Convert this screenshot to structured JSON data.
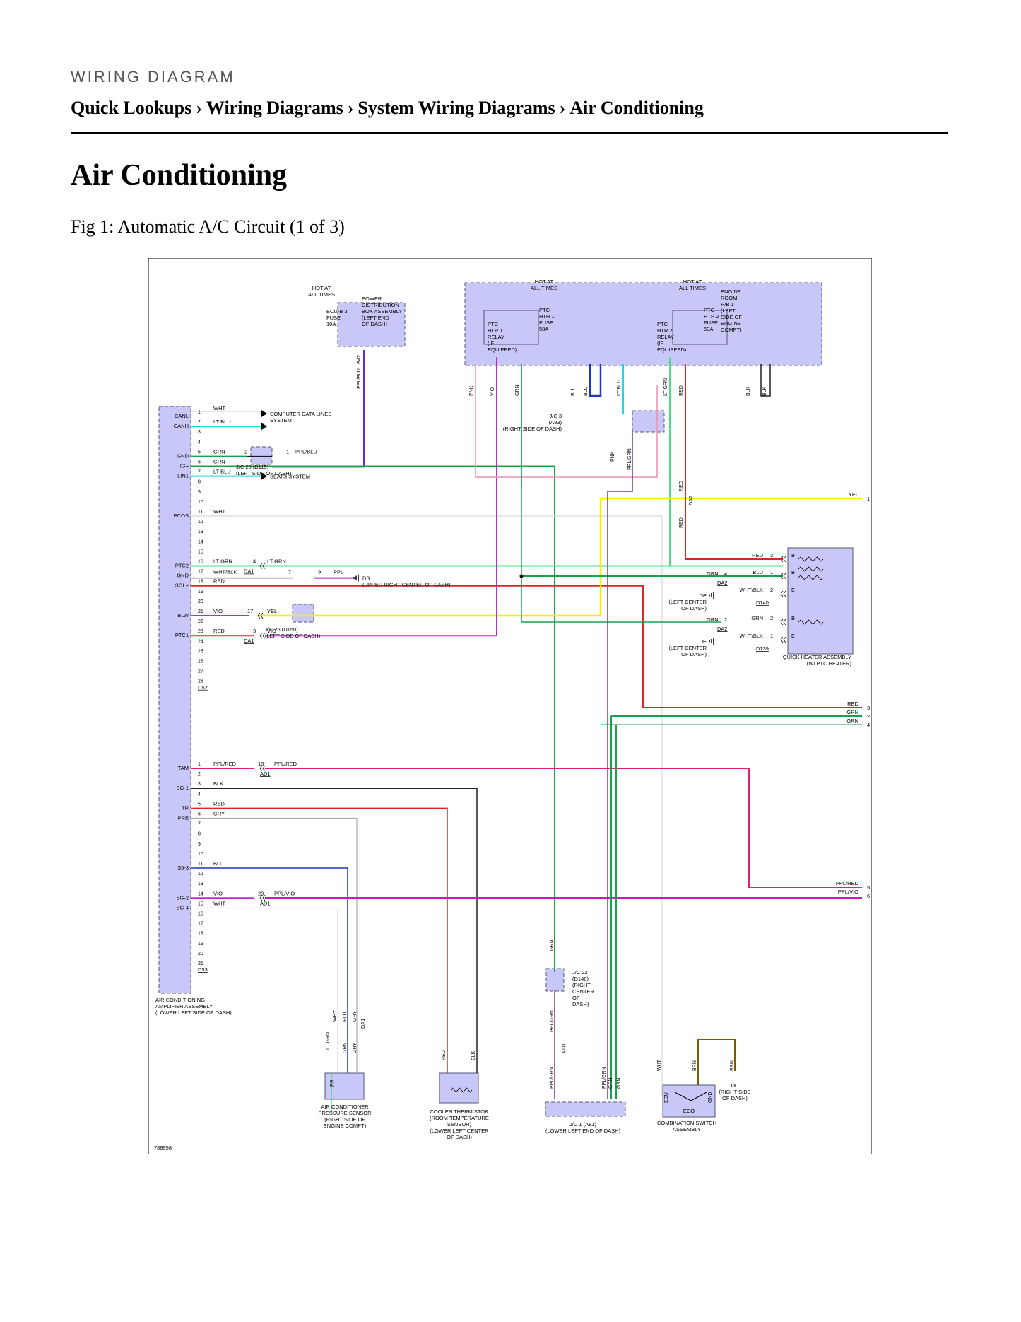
{
  "header": {
    "kicker": "WIRING DIAGRAM",
    "breadcrumb": [
      "Quick Lookups",
      "Wiring Diagrams",
      "System Wiring Diagrams",
      "Air Conditioning"
    ],
    "separator": "›"
  },
  "page_title": "Air Conditioning",
  "figure_caption": "Fig 1: Automatic A/C Circuit (1 of 3)",
  "diagram": {
    "figure_id": "788958",
    "colors": {
      "WHT": "#d8d8d8",
      "LT BLU": "#22d3ee",
      "GRN": "#16a34a",
      "LT GRN": "#4ade80",
      "PPL/BLU": "#6d28d9",
      "WHT/BLK": "#777777",
      "PPL": "#c026d3",
      "RED": "#dc2626",
      "VIO": "#c026d3",
      "YEL": "#f5f000",
      "PPL/RED": "#e11d74",
      "BLK": "#222222",
      "GRY": "#aaaaaa",
      "BLU": "#1d35c9",
      "PPL/VIO": "#d014c8",
      "PNK": "#ee8fb0",
      "PPL/GRN": "#7a3b6e",
      "BRN": "#7a5a00",
      "box_fill": "#c8c8f8",
      "box_stroke": "#555577"
    },
    "amplifier": {
      "label": [
        "AIR CONDITIONING",
        "AMPLIFIER ASSEMBLY",
        "(LOWER LEFT SIDE OF DASH)"
      ],
      "connector_1": "D52",
      "connector_2": "D53",
      "pins_1": [
        {
          "num": "1",
          "name": "CANL",
          "wire": "WHT"
        },
        {
          "num": "2",
          "name": "CANH",
          "wire": "LT BLU"
        },
        {
          "num": "3",
          "name": "",
          "wire": ""
        },
        {
          "num": "4",
          "name": "",
          "wire": ""
        },
        {
          "num": "5",
          "name": "GND",
          "wire": "GRN"
        },
        {
          "num": "6",
          "name": "IG+",
          "wire": "GRN"
        },
        {
          "num": "7",
          "name": "LIN1",
          "wire": "LT BLU"
        },
        {
          "num": "8",
          "name": "",
          "wire": ""
        },
        {
          "num": "9",
          "name": "",
          "wire": ""
        },
        {
          "num": "10",
          "name": "",
          "wire": ""
        },
        {
          "num": "11",
          "name": "ECOS",
          "wire": "WHT"
        },
        {
          "num": "12",
          "name": "",
          "wire": ""
        },
        {
          "num": "13",
          "name": "",
          "wire": ""
        },
        {
          "num": "14",
          "name": "",
          "wire": ""
        },
        {
          "num": "15",
          "name": "",
          "wire": ""
        },
        {
          "num": "16",
          "name": "PTC2",
          "wire": "LT GRN"
        },
        {
          "num": "17",
          "name": "GND",
          "wire": "WHT/BLK"
        },
        {
          "num": "18",
          "name": "SOL+",
          "wire": "RED"
        },
        {
          "num": "19",
          "name": "",
          "wire": ""
        },
        {
          "num": "20",
          "name": "",
          "wire": ""
        },
        {
          "num": "21",
          "name": "BLW",
          "wire": "VIO"
        },
        {
          "num": "22",
          "name": "",
          "wire": ""
        },
        {
          "num": "23",
          "name": "PTC1",
          "wire": "RED"
        },
        {
          "num": "24",
          "name": "",
          "wire": ""
        },
        {
          "num": "25",
          "name": "",
          "wire": ""
        },
        {
          "num": "26",
          "name": "",
          "wire": ""
        },
        {
          "num": "27",
          "name": "",
          "wire": ""
        },
        {
          "num": "28",
          "name": "",
          "wire": ""
        }
      ],
      "pins_2": [
        {
          "num": "1",
          "name": "TAM",
          "wire": "PPL/RED"
        },
        {
          "num": "2",
          "name": "",
          "wire": ""
        },
        {
          "num": "3",
          "name": "SG-1",
          "wire": "BLK"
        },
        {
          "num": "4",
          "name": "",
          "wire": ""
        },
        {
          "num": "5",
          "name": "TR",
          "wire": "RED"
        },
        {
          "num": "6",
          "name": "PRE",
          "wire": "GRY"
        },
        {
          "num": "7",
          "name": "",
          "wire": ""
        },
        {
          "num": "8",
          "name": "",
          "wire": ""
        },
        {
          "num": "9",
          "name": "",
          "wire": ""
        },
        {
          "num": "10",
          "name": "",
          "wire": ""
        },
        {
          "num": "11",
          "name": "S5-3",
          "wire": "BLU"
        },
        {
          "num": "12",
          "name": "",
          "wire": ""
        },
        {
          "num": "13",
          "name": "",
          "wire": ""
        },
        {
          "num": "14",
          "name": "SG-2",
          "wire": "VIO"
        },
        {
          "num": "15",
          "name": "SG-4",
          "wire": "WHT"
        },
        {
          "num": "16",
          "name": "",
          "wire": ""
        },
        {
          "num": "17",
          "name": "",
          "wire": ""
        },
        {
          "num": "18",
          "name": "",
          "wire": ""
        },
        {
          "num": "19",
          "name": "",
          "wire": ""
        },
        {
          "num": "20",
          "name": "",
          "wire": ""
        },
        {
          "num": "21",
          "name": "",
          "wire": ""
        }
      ]
    },
    "labels": {
      "hot1": [
        "HOT AT",
        "ALL TIMES"
      ],
      "hot2": [
        "HOT AT",
        "ALL TIMES"
      ],
      "hot3": [
        "HOT AT",
        "ALL TIMES"
      ],
      "fuse_ecub": [
        "ECU-B 3",
        "FUSE",
        "10A"
      ],
      "pdb": [
        "POWER",
        "DISTRIBUTION",
        "BOX ASSEMBLY",
        "(LEFT END",
        "OF DASH)"
      ],
      "relay1": [
        "PTC",
        "HTR 1",
        "RELAY",
        "(IF",
        "EQUIPPED)"
      ],
      "fuse1": [
        "PTC",
        "HTR 1",
        "FUSE",
        "50A"
      ],
      "relay2": [
        "PTC",
        "HTR 2",
        "RELAY",
        "(IF",
        "EQUIPPED)"
      ],
      "fuse2": [
        "PTC",
        "HTR 2",
        "FUSE",
        "50A"
      ],
      "erb": [
        "ENGINE",
        "ROOM",
        "R/B 1",
        "(LEFT",
        "SIDE OF",
        "ENGINE",
        "COMPT)"
      ],
      "b42": "B42",
      "jc3": [
        "J/C 3",
        "(A83)",
        "(RIGHT SIDE OF DASH)"
      ],
      "computer_lines": [
        "COMPUTER DATA LINES",
        "SYSTEM"
      ],
      "seats": "SEATS SYSTEM",
      "jc20": [
        "J/C 20 (D115)",
        "(LEFT SIDE OF DASH)"
      ],
      "jc26": [
        "J/C 26 (D150)",
        "(LEFT SIDE OF DASH)"
      ],
      "db": [
        "DB",
        "(UPPER RIGHT CENTER OF DASH)"
      ],
      "de1": [
        "DE",
        "(LEFT CENTER",
        "OF DASH)"
      ],
      "de2": [
        "DE",
        "(LEFT CENTER",
        "OF DASH)"
      ],
      "quick_heater": [
        "QUICK HEATER ASSEMBLY",
        "(W/ PTC HEATER)"
      ],
      "da1": "DA1",
      "da2": "DA2",
      "ad1": "AD1",
      "d140": "D140",
      "d139": "D139",
      "jc22": [
        "J/C 22",
        "(D146)",
        "(RIGHT",
        "CENTER",
        "OF",
        "DASH)"
      ],
      "jc1": [
        "J/C 1 (A81)",
        "(LOWER LEFT END OF DASH)"
      ],
      "ac_sensor": [
        "AIR CONDITIONER",
        "PRESSURE SENSOR",
        "(RIGHT SIDE OF",
        "ENGINE COMPT)"
      ],
      "thermistor": [
        "COOLER THERMISTOR",
        "(ROOM TEMPERATURE",
        "SENSOR)",
        "(LOWER LEFT CENTER",
        "OF DASH)"
      ],
      "combo": [
        "COMBINATION SWITCH",
        "ASSEMBLY"
      ],
      "dc": [
        "DC",
        "(RIGHT SIDE",
        "OF DASH)"
      ],
      "eco": "ECO",
      "ecu": "ECU",
      "gnd": "GND",
      "pr": "PR"
    },
    "offpage": [
      {
        "num": "1",
        "wire": "YEL"
      },
      {
        "num": "2",
        "wire": "GRN"
      },
      {
        "num": "3",
        "wire": "RED"
      },
      {
        "num": "4",
        "wire": "GRN"
      },
      {
        "num": "5",
        "wire": "PPL/RED"
      },
      {
        "num": "6",
        "wire": "PPL/VIO"
      }
    ]
  }
}
